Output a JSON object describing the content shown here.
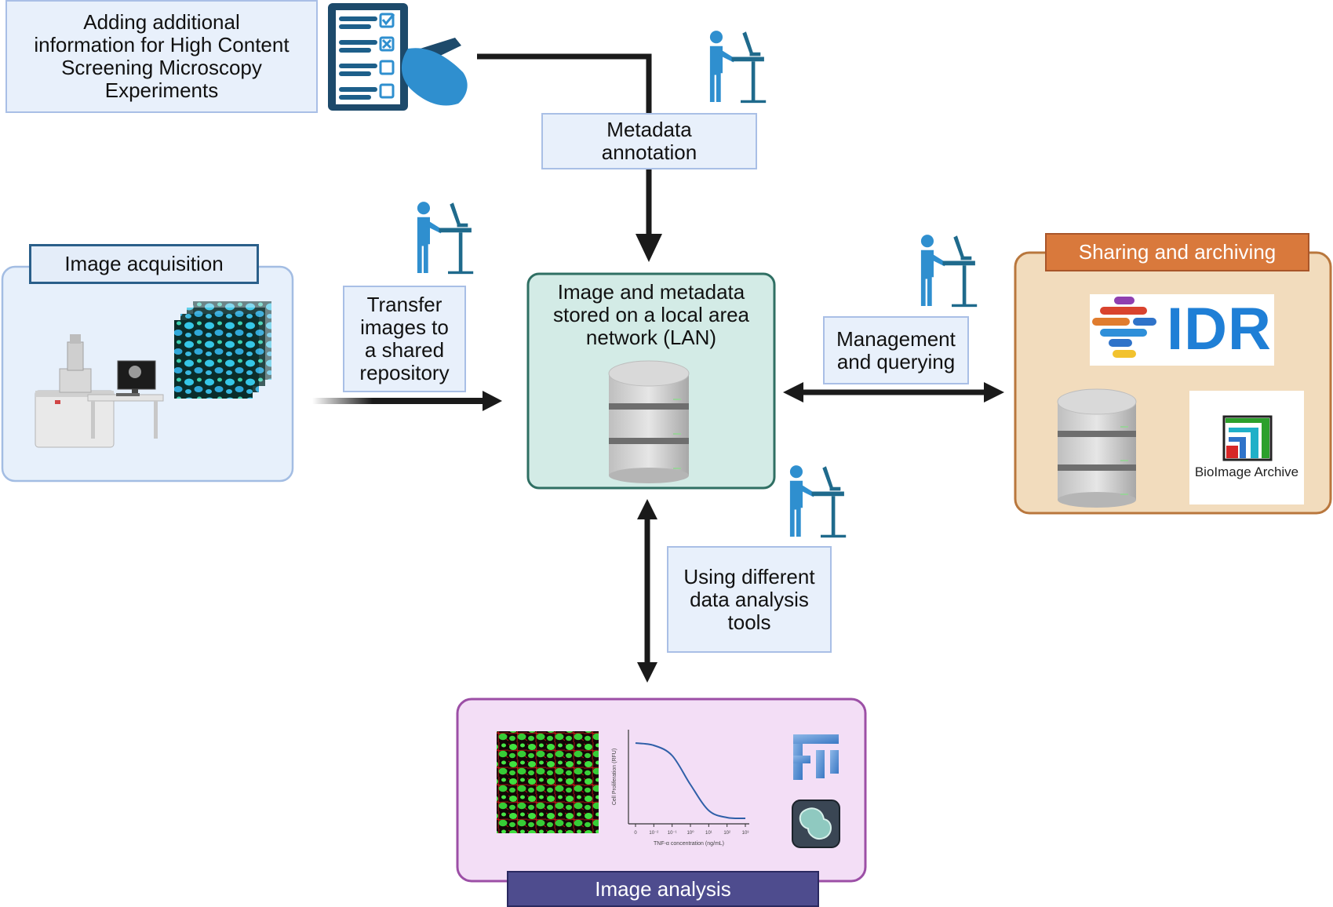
{
  "colors": {
    "person": "#2f8fcf",
    "desk": "#1f6a8c",
    "arrow": "#1a1a1a",
    "lan_fill": "#d3ebe6",
    "lan_border": "#2f6f63",
    "sharing_fill": "#f2dcbd",
    "sharing_border": "#b9773d",
    "sharing_header": "#d9793c",
    "analysis_fill": "#f3def6",
    "analysis_border": "#9c4fa6",
    "analysis_header": "#4e4c8e",
    "acquisition_fill": "#e7f0fb",
    "acquisition_border": "#a3bde3"
  },
  "labels": {
    "hcs_info": "Adding  additional\ninformation for High Content\nScreening Microscopy\nExperiments",
    "metadata_annotation": "Metadata\nannotation",
    "image_acquisition": "Image acquisition",
    "transfer": "Transfer\nimages to\na shared\nrepository",
    "lan": "Image and metadata\nstored on a local area\nnetwork (LAN)",
    "management": "Management\nand querying",
    "sharing": "Sharing and archiving",
    "idr": "IDR",
    "bioimage_archive": "BioImage Archive",
    "analysis_tools": "Using different\ndata analysis\ntools",
    "image_analysis": "Image analysis"
  },
  "chart_data": {
    "type": "line",
    "title": "",
    "xlabel": "TNF-α concentration (ng/mL)",
    "ylabel": "Cell Proliferation (RFU)",
    "x_tick_labels": [
      "0",
      "10⁻²",
      "10⁻¹",
      "10⁰",
      "10¹",
      "10²",
      "10³"
    ],
    "x": [
      0,
      1,
      2,
      3,
      4,
      5,
      6
    ],
    "y": [
      0.98,
      0.95,
      0.82,
      0.45,
      0.12,
      0.03,
      0.02
    ],
    "ylim": [
      0,
      1
    ],
    "grid": false
  }
}
